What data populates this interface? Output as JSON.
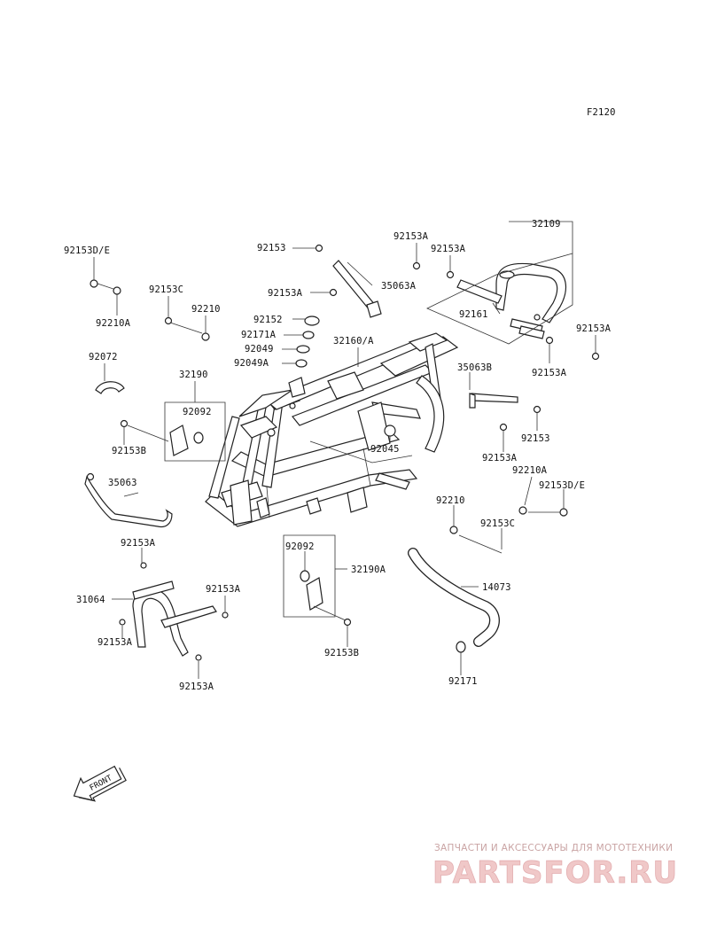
{
  "figure_code": "F2120",
  "front_label": "FRONT",
  "watermark": {
    "tagline": "ЗАПЧАСТИ И АКСЕССУАРЫ ДЛЯ МОТОТЕХНИКИ",
    "brand": "PARTSFOR.RU"
  },
  "labels": [
    {
      "id": "l01",
      "text": "92153D/E"
    },
    {
      "id": "l02",
      "text": "92210A"
    },
    {
      "id": "l03",
      "text": "92153C"
    },
    {
      "id": "l04",
      "text": "92210"
    },
    {
      "id": "l05",
      "text": "92072"
    },
    {
      "id": "l06",
      "text": "32190"
    },
    {
      "id": "l07",
      "text": "92092"
    },
    {
      "id": "l08",
      "text": "92153B"
    },
    {
      "id": "l09",
      "text": "35063"
    },
    {
      "id": "l10",
      "text": "92153A"
    },
    {
      "id": "l11",
      "text": "31064"
    },
    {
      "id": "l12",
      "text": "92153A"
    },
    {
      "id": "l13",
      "text": "92153A"
    },
    {
      "id": "l14",
      "text": "92153A"
    },
    {
      "id": "l15",
      "text": "92153"
    },
    {
      "id": "l16",
      "text": "35063A"
    },
    {
      "id": "l17",
      "text": "92153A"
    },
    {
      "id": "l18",
      "text": "92152"
    },
    {
      "id": "l19",
      "text": "92171A"
    },
    {
      "id": "l20",
      "text": "92049"
    },
    {
      "id": "l21",
      "text": "92049A"
    },
    {
      "id": "l22",
      "text": "32160/A"
    },
    {
      "id": "l23",
      "text": "92153A"
    },
    {
      "id": "l24",
      "text": "92153A"
    },
    {
      "id": "l25",
      "text": "32109"
    },
    {
      "id": "l26",
      "text": "92161"
    },
    {
      "id": "l27",
      "text": "92153A"
    },
    {
      "id": "l28",
      "text": "92153A"
    },
    {
      "id": "l29",
      "text": "35063B"
    },
    {
      "id": "l30",
      "text": "92153"
    },
    {
      "id": "l31",
      "text": "92153A"
    },
    {
      "id": "l32",
      "text": "92045"
    },
    {
      "id": "l33",
      "text": "92210A"
    },
    {
      "id": "l34",
      "text": "92153D/E"
    },
    {
      "id": "l35",
      "text": "92210"
    },
    {
      "id": "l36",
      "text": "92153C"
    },
    {
      "id": "l37",
      "text": "92092"
    },
    {
      "id": "l38",
      "text": "32190A"
    },
    {
      "id": "l39",
      "text": "14073"
    },
    {
      "id": "l40",
      "text": "92153B"
    },
    {
      "id": "l41",
      "text": "92171"
    }
  ]
}
